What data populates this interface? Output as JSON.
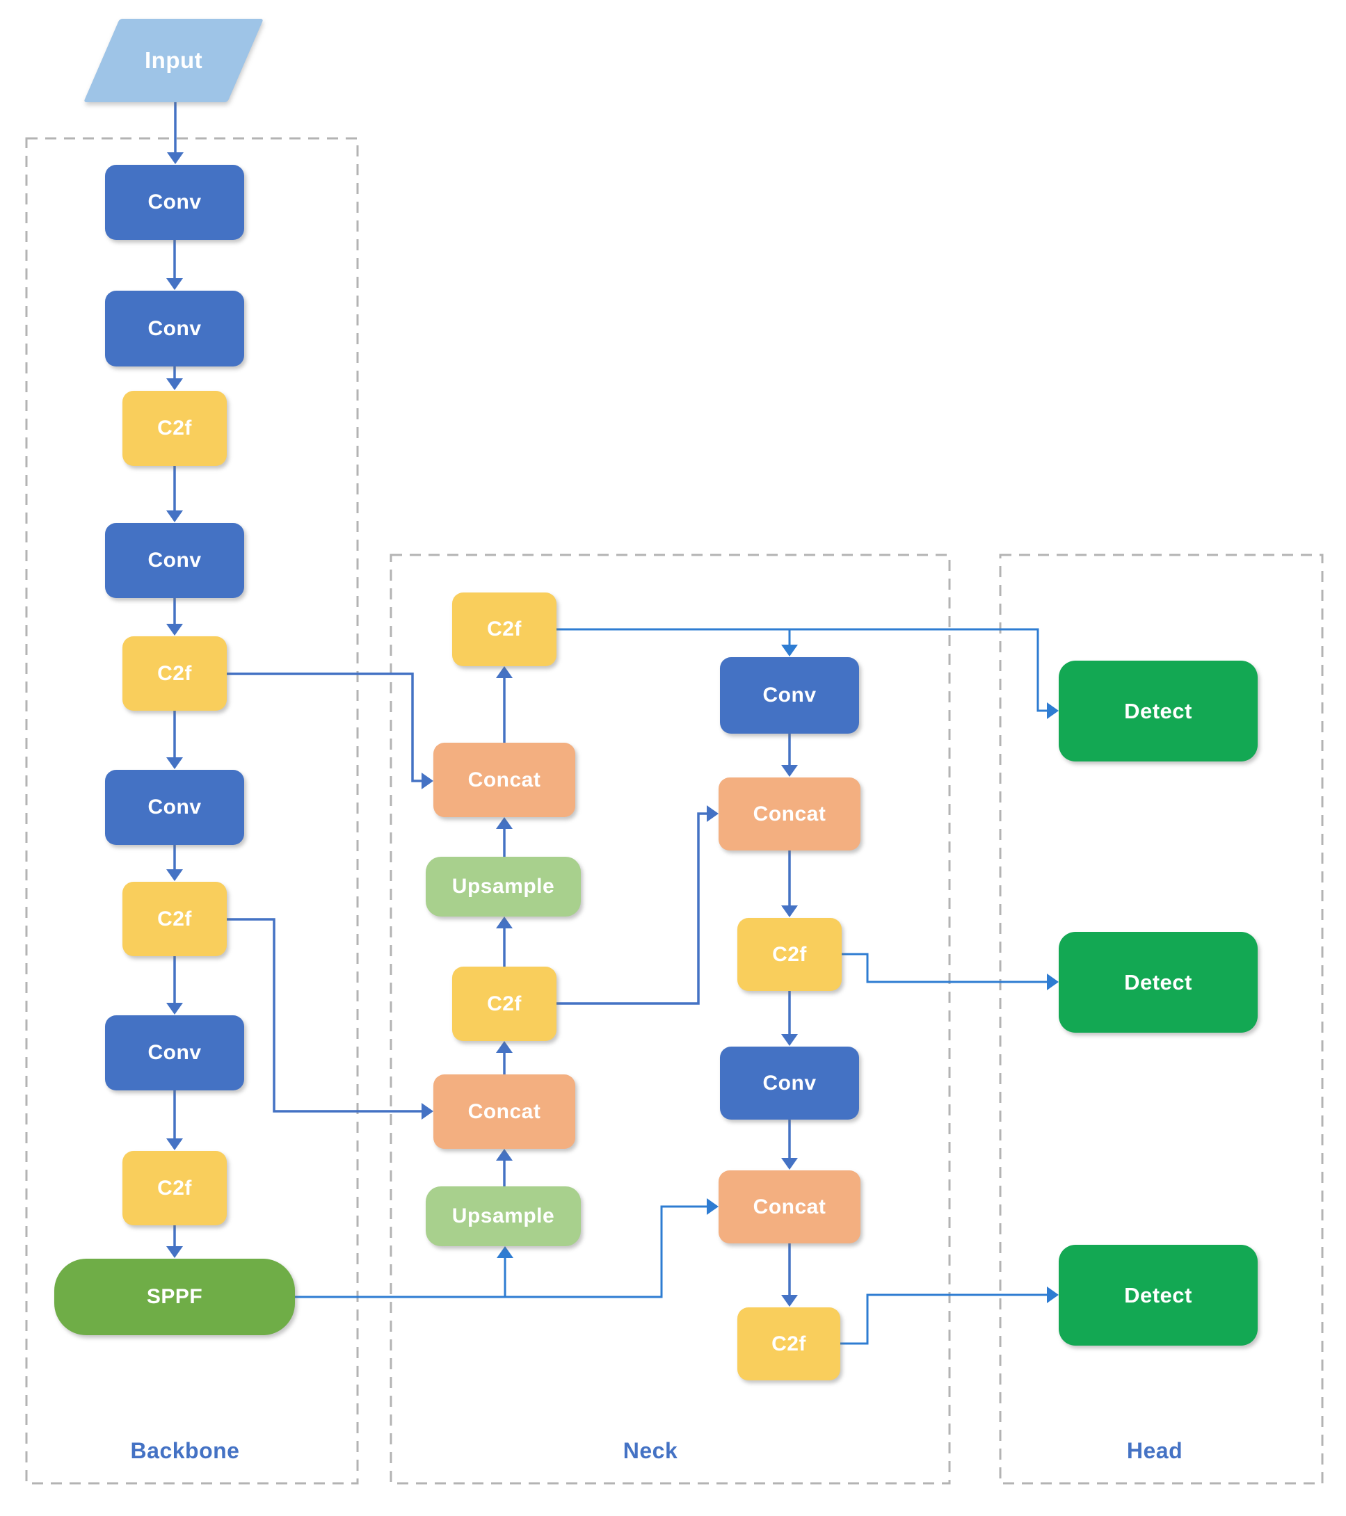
{
  "input": {
    "label": "Input",
    "shape": "parallelogram"
  },
  "sections": {
    "backbone": {
      "label": "Backbone"
    },
    "neck": {
      "label": "Neck"
    },
    "head": {
      "label": "Head"
    }
  },
  "backbone": {
    "nodes": [
      {
        "id": "bb0",
        "type": "conv",
        "label": "Conv"
      },
      {
        "id": "bb1",
        "type": "conv",
        "label": "Conv"
      },
      {
        "id": "bb2",
        "type": "c2f",
        "label": "C2f"
      },
      {
        "id": "bb3",
        "type": "conv",
        "label": "Conv"
      },
      {
        "id": "bb4",
        "type": "c2f",
        "label": "C2f"
      },
      {
        "id": "bb5",
        "type": "conv",
        "label": "Conv"
      },
      {
        "id": "bb6",
        "type": "c2f",
        "label": "C2f"
      },
      {
        "id": "bb7",
        "type": "conv",
        "label": "Conv"
      },
      {
        "id": "bb8",
        "type": "c2f",
        "label": "C2f"
      },
      {
        "id": "bb9",
        "type": "sppf",
        "label": "SPPF"
      }
    ]
  },
  "neck": {
    "left_column_top_to_bottom": [
      {
        "id": "nl0",
        "type": "c2f",
        "label": "C2f"
      },
      {
        "id": "nl1",
        "type": "concat",
        "label": "Concat"
      },
      {
        "id": "nl2",
        "type": "upsample",
        "label": "Upsample"
      },
      {
        "id": "nl3",
        "type": "c2f",
        "label": "C2f"
      },
      {
        "id": "nl4",
        "type": "concat",
        "label": "Concat"
      },
      {
        "id": "nl5",
        "type": "upsample",
        "label": "Upsample"
      }
    ],
    "right_column_top_to_bottom": [
      {
        "id": "nr0",
        "type": "conv",
        "label": "Conv"
      },
      {
        "id": "nr1",
        "type": "concat",
        "label": "Concat"
      },
      {
        "id": "nr2",
        "type": "c2f",
        "label": "C2f"
      },
      {
        "id": "nr3",
        "type": "conv",
        "label": "Conv"
      },
      {
        "id": "nr4",
        "type": "concat",
        "label": "Concat"
      },
      {
        "id": "nr5",
        "type": "c2f",
        "label": "C2f"
      }
    ]
  },
  "head": {
    "nodes": [
      {
        "id": "hd0",
        "type": "detect",
        "label": "Detect"
      },
      {
        "id": "hd1",
        "type": "detect",
        "label": "Detect"
      },
      {
        "id": "hd2",
        "type": "detect",
        "label": "Detect"
      }
    ]
  },
  "edges": [
    {
      "from": "input",
      "to": "bb0"
    },
    {
      "from": "bb0",
      "to": "bb1"
    },
    {
      "from": "bb1",
      "to": "bb2"
    },
    {
      "from": "bb2",
      "to": "bb3"
    },
    {
      "from": "bb3",
      "to": "bb4"
    },
    {
      "from": "bb4",
      "to": "bb5"
    },
    {
      "from": "bb5",
      "to": "bb6"
    },
    {
      "from": "bb6",
      "to": "bb7"
    },
    {
      "from": "bb7",
      "to": "bb8"
    },
    {
      "from": "bb8",
      "to": "bb9"
    },
    {
      "from": "bb4",
      "to": "nl1"
    },
    {
      "from": "bb6",
      "to": "nl4"
    },
    {
      "from": "bb9",
      "to": "nl5"
    },
    {
      "from": "bb9",
      "to": "nr4"
    },
    {
      "from": "nl5",
      "to": "nl4"
    },
    {
      "from": "nl4",
      "to": "nl3"
    },
    {
      "from": "nl3",
      "to": "nl2"
    },
    {
      "from": "nl2",
      "to": "nl1"
    },
    {
      "from": "nl1",
      "to": "nl0"
    },
    {
      "from": "nl3",
      "to": "nr1"
    },
    {
      "from": "nl0",
      "to": "nr0"
    },
    {
      "from": "nl0",
      "to": "hd0"
    },
    {
      "from": "nr0",
      "to": "nr1"
    },
    {
      "from": "nr1",
      "to": "nr2"
    },
    {
      "from": "nr2",
      "to": "nr3"
    },
    {
      "from": "nr3",
      "to": "nr4"
    },
    {
      "from": "nr4",
      "to": "nr5"
    },
    {
      "from": "nr2",
      "to": "hd1"
    },
    {
      "from": "nr5",
      "to": "hd2"
    }
  ],
  "colors": {
    "conv": "#4472C4",
    "c2f": "#F9CE5C",
    "concat": "#F3AF80",
    "upsample": "#A8D08D",
    "sppf": "#6FAD47",
    "detect": "#13A853",
    "input": "#9EC4E7",
    "arrow": "#4472C4",
    "link": "#2E7CD2",
    "frame": "#B3B3B3",
    "label": "#4472C4"
  }
}
